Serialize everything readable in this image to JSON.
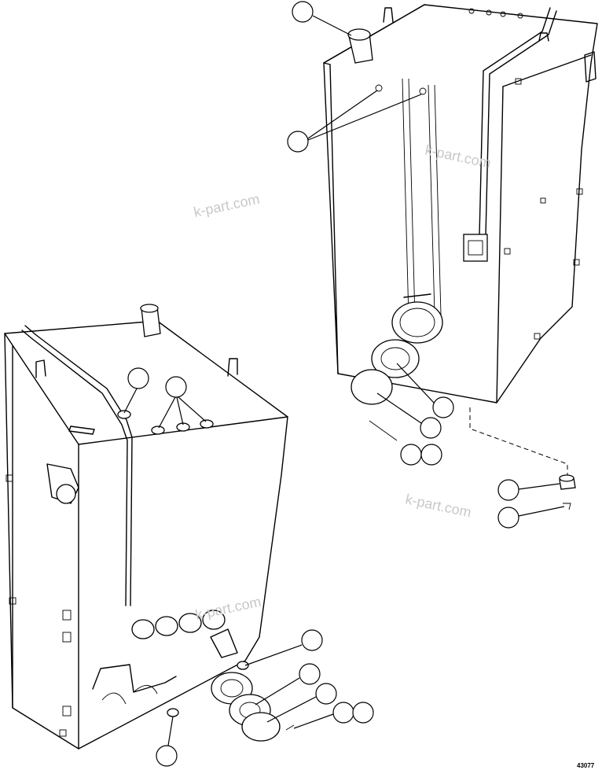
{
  "diagram": {
    "watermark": "k-part.com",
    "drawing_number": "43077",
    "callout_count": 19,
    "callout_style": "blank circle"
  }
}
